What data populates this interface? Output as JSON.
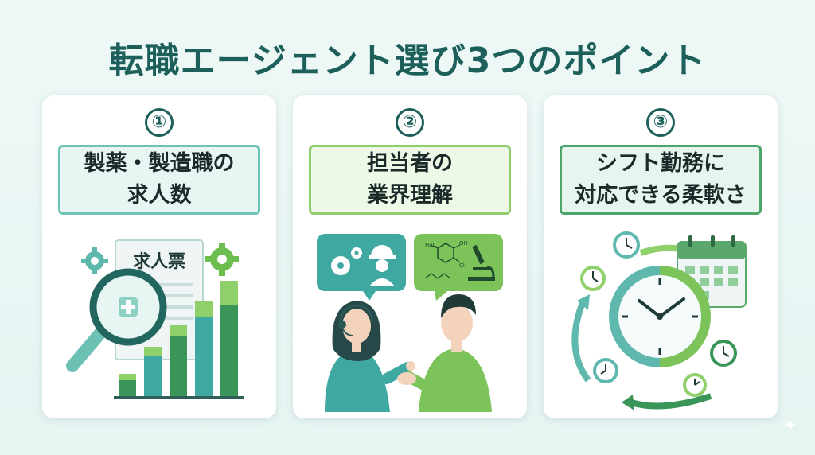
{
  "title": "転職エージェント選び3つのポイント",
  "cards": [
    {
      "number": "①",
      "label_lines": [
        "製薬・製造職の",
        "求人数"
      ],
      "illustration": {
        "icons": [
          "gear-icon",
          "job-posting-icon",
          "magnifier-icon",
          "bar-chart-icon"
        ],
        "document_label": "求人票"
      }
    },
    {
      "number": "②",
      "label_lines": [
        "担当者の",
        "業界理解"
      ],
      "illustration": {
        "icons": [
          "gear-icon",
          "worker-helmet-icon",
          "chemical-structure-icon",
          "microscope-icon",
          "handshake-icon"
        ],
        "chem_labels": [
          "H3C",
          "OH",
          "Cl"
        ]
      }
    },
    {
      "number": "③",
      "label_lines": [
        "シフト勤務に",
        "対応できる柔軟さ"
      ],
      "illustration": {
        "icons": [
          "clock-icon",
          "calendar-icon",
          "cycle-arrow-icon"
        ]
      }
    }
  ],
  "colors": {
    "title": "#1d5f5a",
    "teal": "#3fa8a0",
    "green": "#7cc35a",
    "dark_green": "#3a9658"
  }
}
